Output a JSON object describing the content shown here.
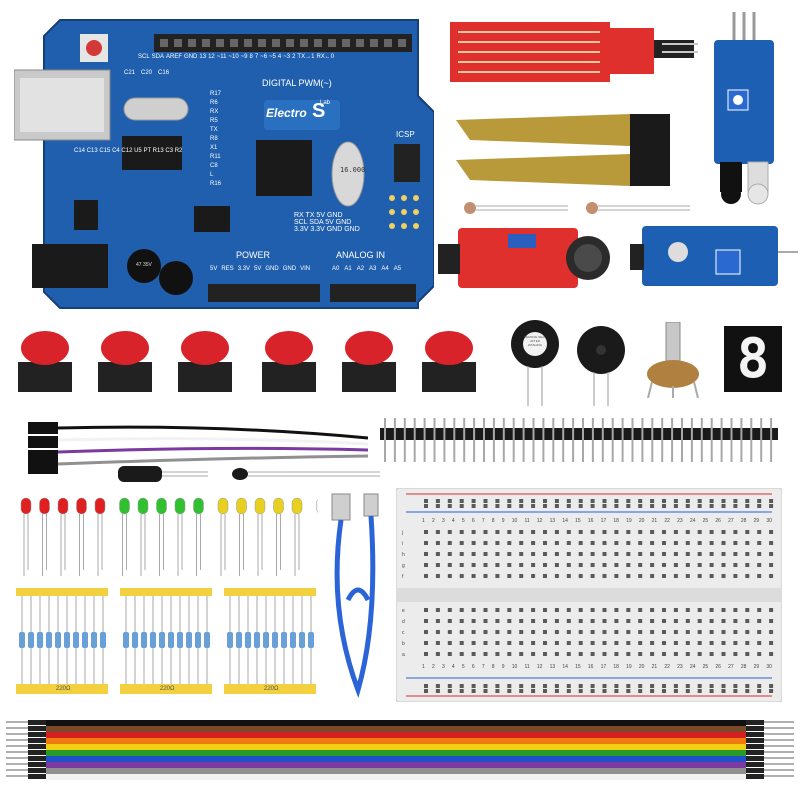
{
  "board": {
    "brand": "Electro",
    "brand_mark": "S",
    "brand_tag": "Lab",
    "digital_label": "DIGITAL PWM(~)",
    "power_label": "POWER",
    "analog_label": "ANALOG IN",
    "icsp_label": "ICSP",
    "top_pins": [
      "SCL",
      "SDA",
      "AREF",
      "GND",
      "13",
      "12",
      "~11",
      "~10",
      "~9",
      "8",
      "7",
      "~6",
      "~5",
      "4",
      "~3",
      "2",
      "TX→1",
      "RX←0"
    ],
    "power_pins": [
      "5V",
      "RES",
      "3.3V",
      "5V",
      "GND",
      "GND",
      "VIN"
    ],
    "analog_pins": [
      "A0",
      "A1",
      "A2",
      "A3",
      "A4",
      "A5"
    ],
    "header_labels": [
      "RX TX 5V GND",
      "SCL SDA 5V GND",
      "3.3V 3.3V GND GND"
    ],
    "component_labels": [
      "C21",
      "C20",
      "C16",
      "R17",
      "R6",
      "RX",
      "R5",
      "TX",
      "R8",
      "X1",
      "R11",
      "C8",
      "L",
      "R16",
      "C14",
      "C13",
      "C15",
      "C4",
      "C12",
      "U5",
      "PT",
      "R13",
      "C3",
      "R2"
    ],
    "crystal_label": "16.000",
    "cap_label": "47 35V"
  },
  "breadboard": {
    "columns": [
      "1",
      "2",
      "3",
      "4",
      "5",
      "6",
      "7",
      "8",
      "9",
      "10",
      "11",
      "12",
      "13",
      "14",
      "15",
      "16",
      "17",
      "18",
      "19",
      "20",
      "21",
      "22",
      "23",
      "24",
      "25",
      "26",
      "27",
      "28",
      "29",
      "30"
    ],
    "rows_top": [
      "j",
      "i",
      "h",
      "g",
      "f"
    ],
    "rows_bottom": [
      "e",
      "d",
      "c",
      "b",
      "a"
    ]
  },
  "resistor_label": "220Ω",
  "seven_segment_digit": "8",
  "buzzer_sticker": "REMOVE SEAL AFTER WASHING",
  "colors": {
    "board": "#1f5fae",
    "red_button": "#d9232a",
    "header": "#222222",
    "sensor_red": "#e0302e",
    "sensor_blue": "#1d5fb3",
    "usb_cable": "#2a64d6",
    "wire_colors": [
      "#111111",
      "#7a4a2a",
      "#d42020",
      "#f07a10",
      "#f0d010",
      "#2a9a2a",
      "#2050c8",
      "#7a3aa0",
      "#909090",
      "#f2f2f2"
    ]
  }
}
